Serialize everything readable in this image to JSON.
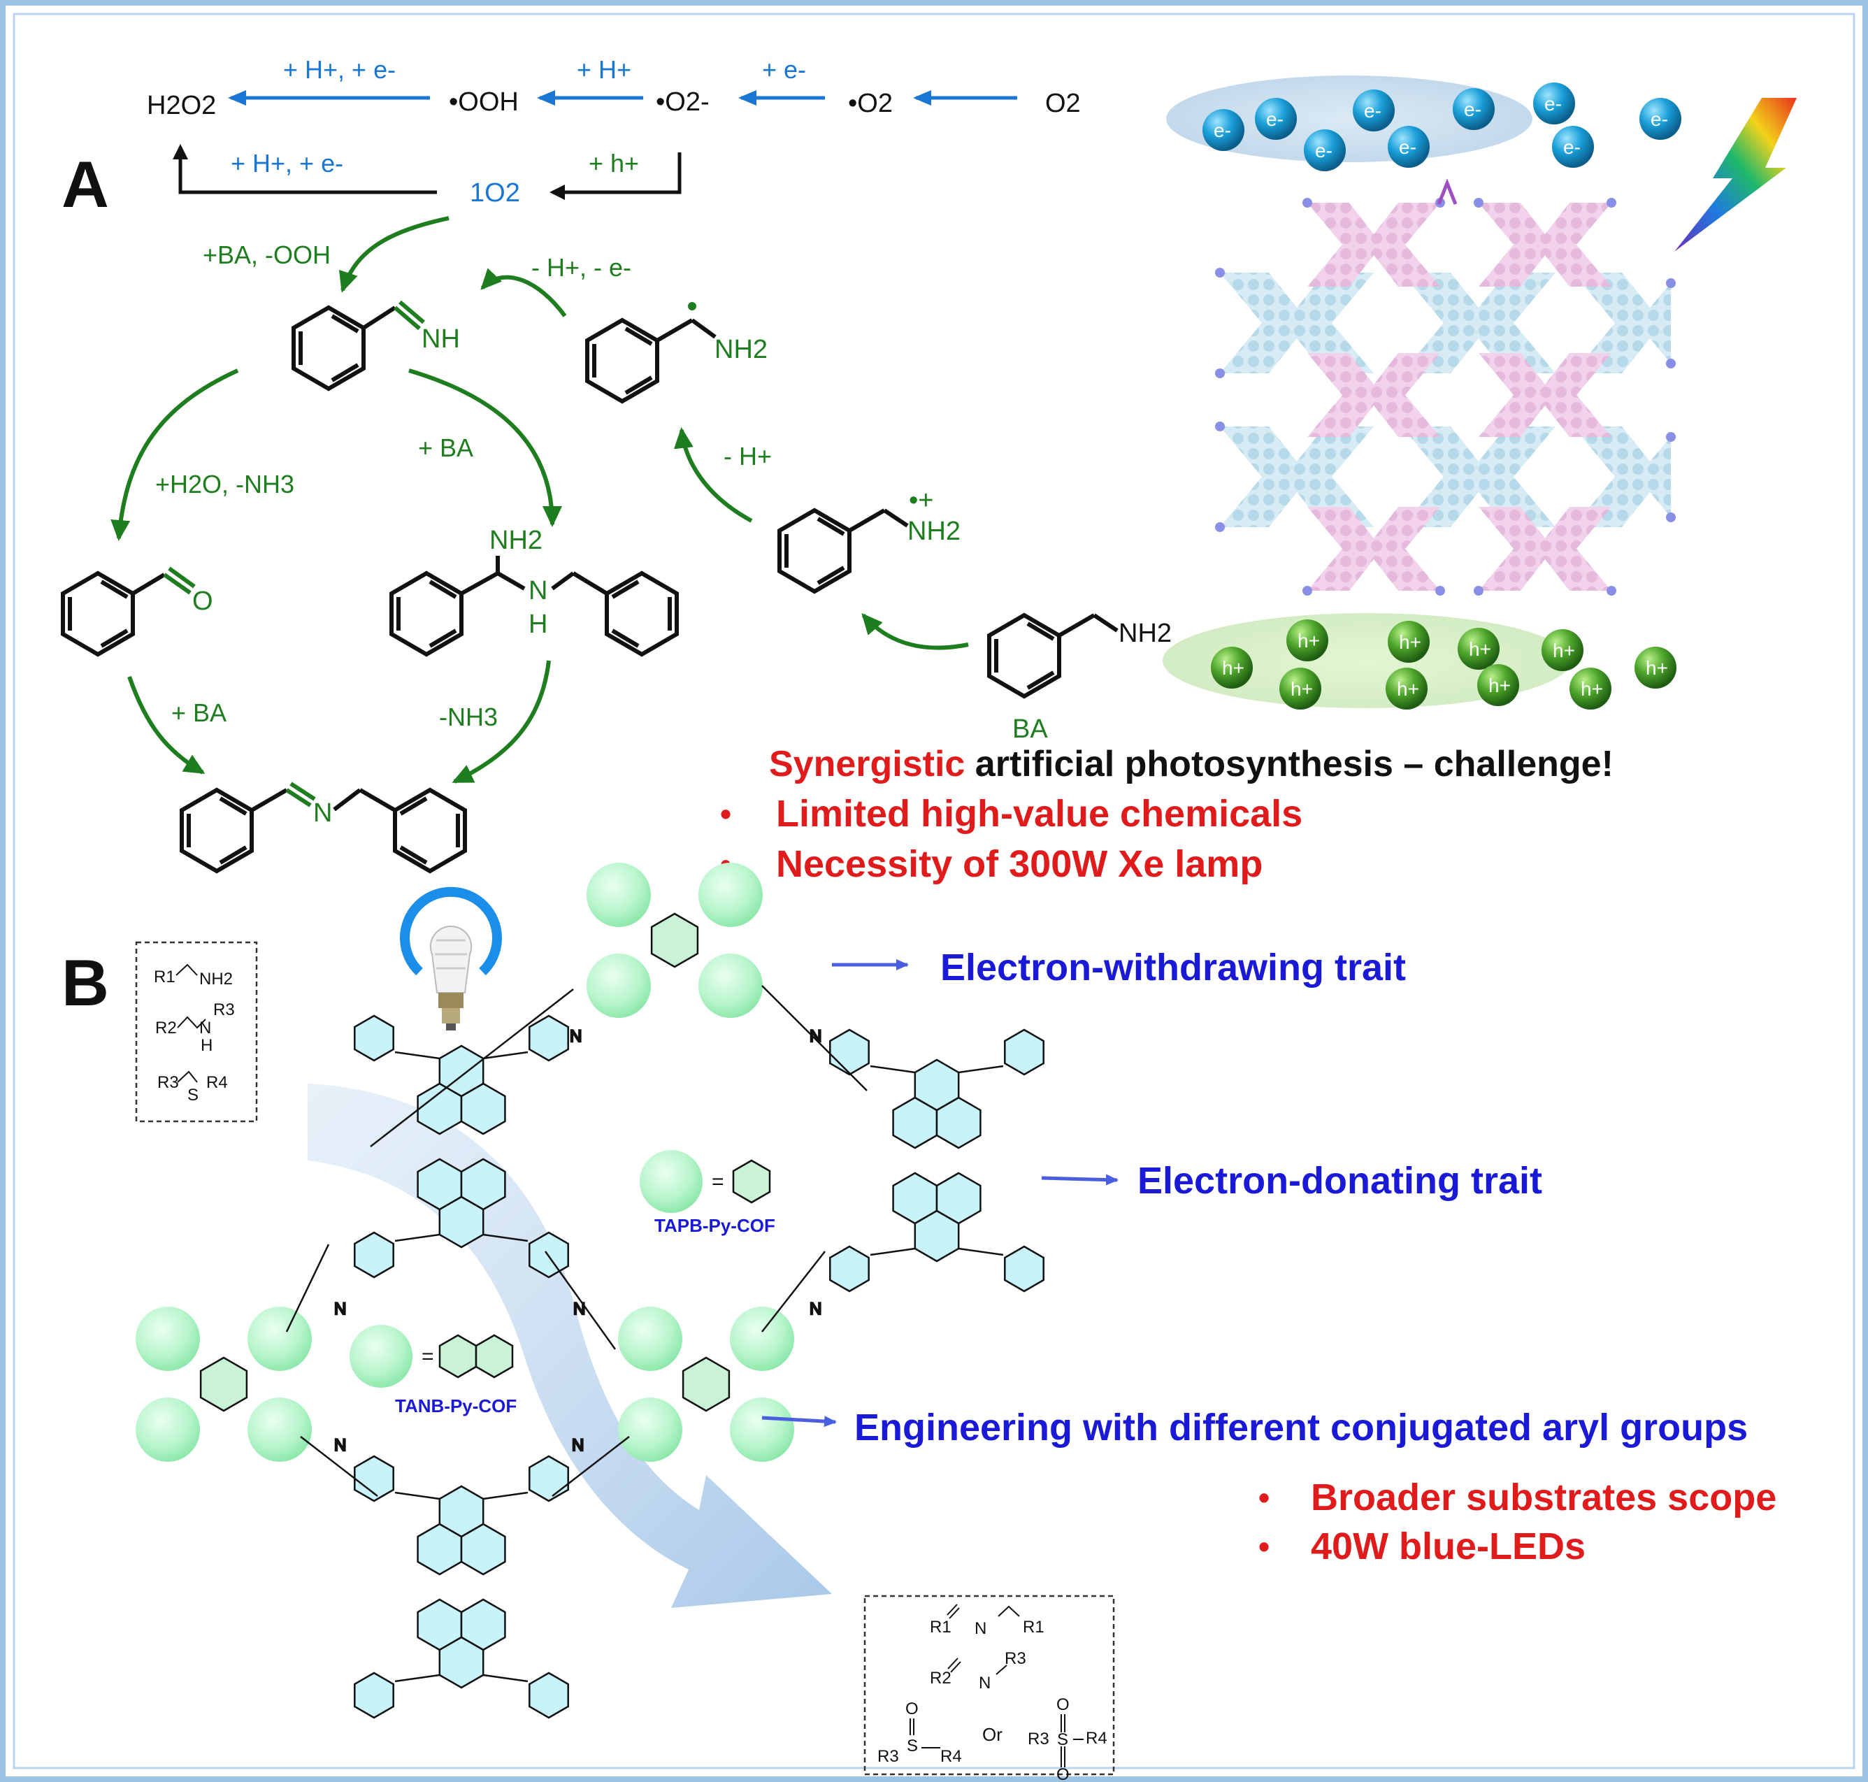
{
  "panels": {
    "a_label": "A",
    "b_label": "B"
  },
  "colors": {
    "frame": "#9ec4e3",
    "blue_arrow": "#1976d2",
    "green": "#1e7d1e",
    "red": "#e01b1b",
    "dark_blue": "#1a1ad6",
    "black": "#111111",
    "bead_green": "#a9f0c0",
    "pink": "#e9bfe0",
    "light_blue": "#b9dcec"
  },
  "orr": {
    "h2o2": "H2O2",
    "ooh": "•OOH",
    "o2_anion": "•O2-",
    "o2_radical": "•O2",
    "o2": "O2",
    "step_h_e": "+ H+, + e-",
    "step_h": "+ H+",
    "step_e": "+ e-",
    "singlet_o2": "1O2",
    "step_hole": "+ h+",
    "step_h_e_back": "+ H+, + e-"
  },
  "cycle": {
    "ba_ooh": "+BA, -OOH",
    "imine_nh": "NH",
    "h_e_loss": "- H+, - e-",
    "nh2_radical": "NH2",
    "plus_ba": "+ BA",
    "h2o_nh3": "+H2O, -NH3",
    "aminal_nh2": "NH2",
    "aminal_n": "N",
    "aminal_h": "H",
    "aldehyde_o": "O",
    "h_loss": "- H+",
    "cation_nh2": "NH2",
    "cation_charge": "•+",
    "ba_nh2": "NH2",
    "ba_label": "BA",
    "plus_ba_2": "+ BA",
    "nh3_loss": "-NH3",
    "product_n": "N"
  },
  "cof_a": {
    "electron": "e-",
    "hole": "h+"
  },
  "challenge": {
    "title_red": "Synergistic",
    "title_rest": " artificial photosynthesis – challenge!",
    "bullet_1": "Limited high-value chemicals",
    "bullet_2": "Necessity of 300W Xe lamp",
    "bullet_mark": "•"
  },
  "substrates": {
    "r1": "R1",
    "nh2": "NH2",
    "r2": "R2",
    "n": "N",
    "r3": "R3",
    "h": "H",
    "r3b": "R3",
    "s": "S",
    "r4": "R4"
  },
  "products": {
    "r1": "R1",
    "n": "N",
    "r1b": "R1",
    "r2": "R2",
    "n2": "N",
    "r3": "R3",
    "r3b": "R3",
    "s": "S",
    "o": "O",
    "r4": "R4",
    "or": "Or",
    "r3c": "R3",
    "s2": "S",
    "o2a": "O",
    "o2b": "O",
    "r4b": "R4"
  },
  "traits": {
    "withdrawing": "Electron-withdrawing trait",
    "donating": "Electron-donating trait",
    "engineering": "Engineering with different conjugated aryl groups"
  },
  "cofs": {
    "tapb": "TAPB-Py-COF",
    "tanb": "TANB-Py-COF",
    "equals": "=",
    "imine_n": "N"
  },
  "advantages": {
    "bullet_1": "Broader substrates scope",
    "bullet_2": "40W blue-LEDs",
    "bullet_mark": "•"
  }
}
